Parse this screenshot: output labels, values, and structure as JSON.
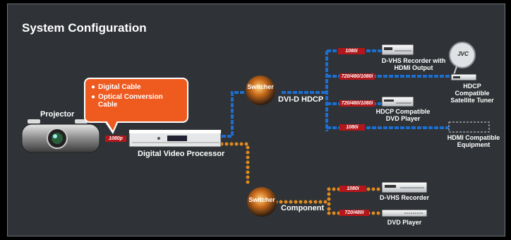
{
  "title": "System Configuration",
  "callout": {
    "items": [
      "Digital Cable",
      "Optical Conversion Cable"
    ]
  },
  "projector": {
    "label": "Projector"
  },
  "processor": {
    "label": "Digital Video Processor",
    "resolution": "1080p"
  },
  "switchers": {
    "top": "Switcher",
    "bottom": "Switcher"
  },
  "links": {
    "hdcp": "DVI-D HDCP",
    "component": "Component"
  },
  "brand": "JVC",
  "hdmi_devices": [
    {
      "resolution": "1080i",
      "label_1": "D-VHS Recorder with",
      "label_2": "HDMI Output"
    },
    {
      "resolution": "720/480/1080i",
      "label_1": "HDCP Compatible",
      "label_2": "Satellite Tuner"
    },
    {
      "resolution": "720/480/1080i",
      "label_1": "HDCP Compatible",
      "label_2": "DVD Player"
    },
    {
      "resolution": "1080i",
      "label_1": "HDMI Compatible",
      "label_2": "Equipment"
    }
  ],
  "component_devices": [
    {
      "resolution": "1080i",
      "label": "D-VHS Recorder"
    },
    {
      "resolution": "720/480i",
      "label": "DVD Player"
    }
  ]
}
